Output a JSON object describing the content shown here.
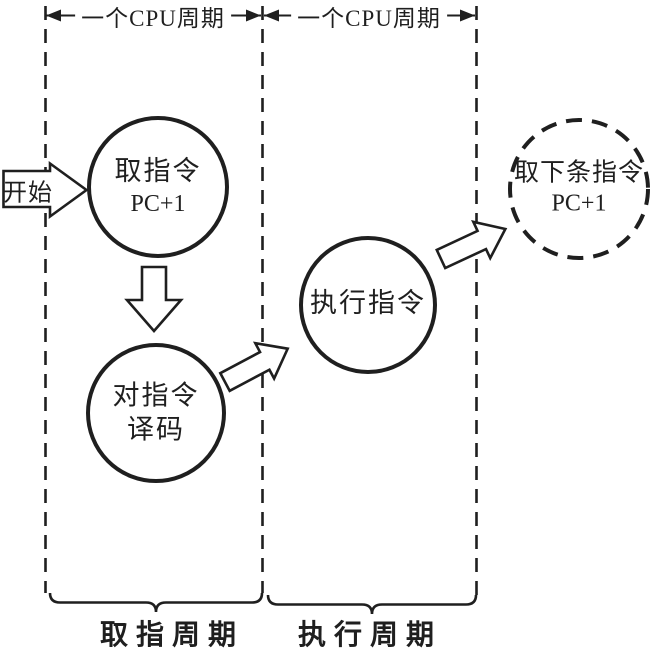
{
  "colors": {
    "ink": "#1f1f1f",
    "background": "#ffffff"
  },
  "cpu_cycle_labels": [
    {
      "label": "一个CPU周期"
    },
    {
      "label": "一个CPU周期"
    }
  ],
  "start": {
    "label": "开始"
  },
  "nodes": {
    "fetch": {
      "title": "取指令",
      "subtitle": "PC+1",
      "style": "solid"
    },
    "decode": {
      "title": "对指令",
      "subtitle": "译码",
      "style": "solid"
    },
    "execute": {
      "title": "执行指令",
      "style": "solid"
    },
    "fetch_next": {
      "title": "取下条指令",
      "subtitle": "PC+1",
      "style": "dashed"
    }
  },
  "phases": [
    {
      "label": "取指周期"
    },
    {
      "label": "执行周期"
    }
  ]
}
